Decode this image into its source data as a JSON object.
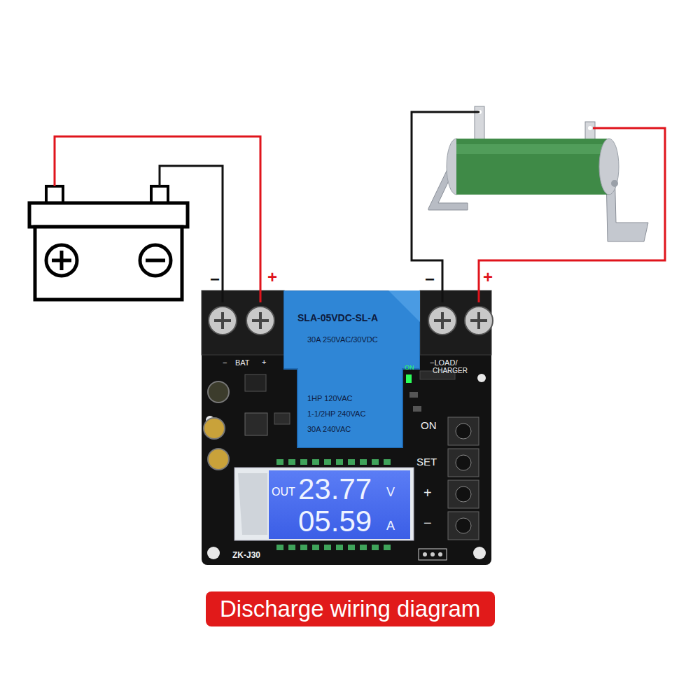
{
  "diagram": {
    "caption": "Discharge wiring diagram",
    "nodes": [
      {
        "text": [
          "ZK-J30"
        ]
      },
      {
        "text": [
          "SLA-05VDC-SL-A",
          "30A 250VAC/30VDC",
          "1HP 120VAC",
          "1-1/2HP 240VAC",
          "30A 240VAC"
        ],
        "in": 0
      },
      {
        "text": [
          "OUT",
          "23.77",
          "V",
          "05.59",
          "A"
        ],
        "in": 0
      }
    ],
    "labels": [
      "−",
      "+",
      "−",
      "+",
      "−",
      "BAT",
      "+",
      "−LOAD/",
      "CHARGER",
      "ON",
      "ON",
      "SET",
      "+",
      "−"
    ]
  }
}
